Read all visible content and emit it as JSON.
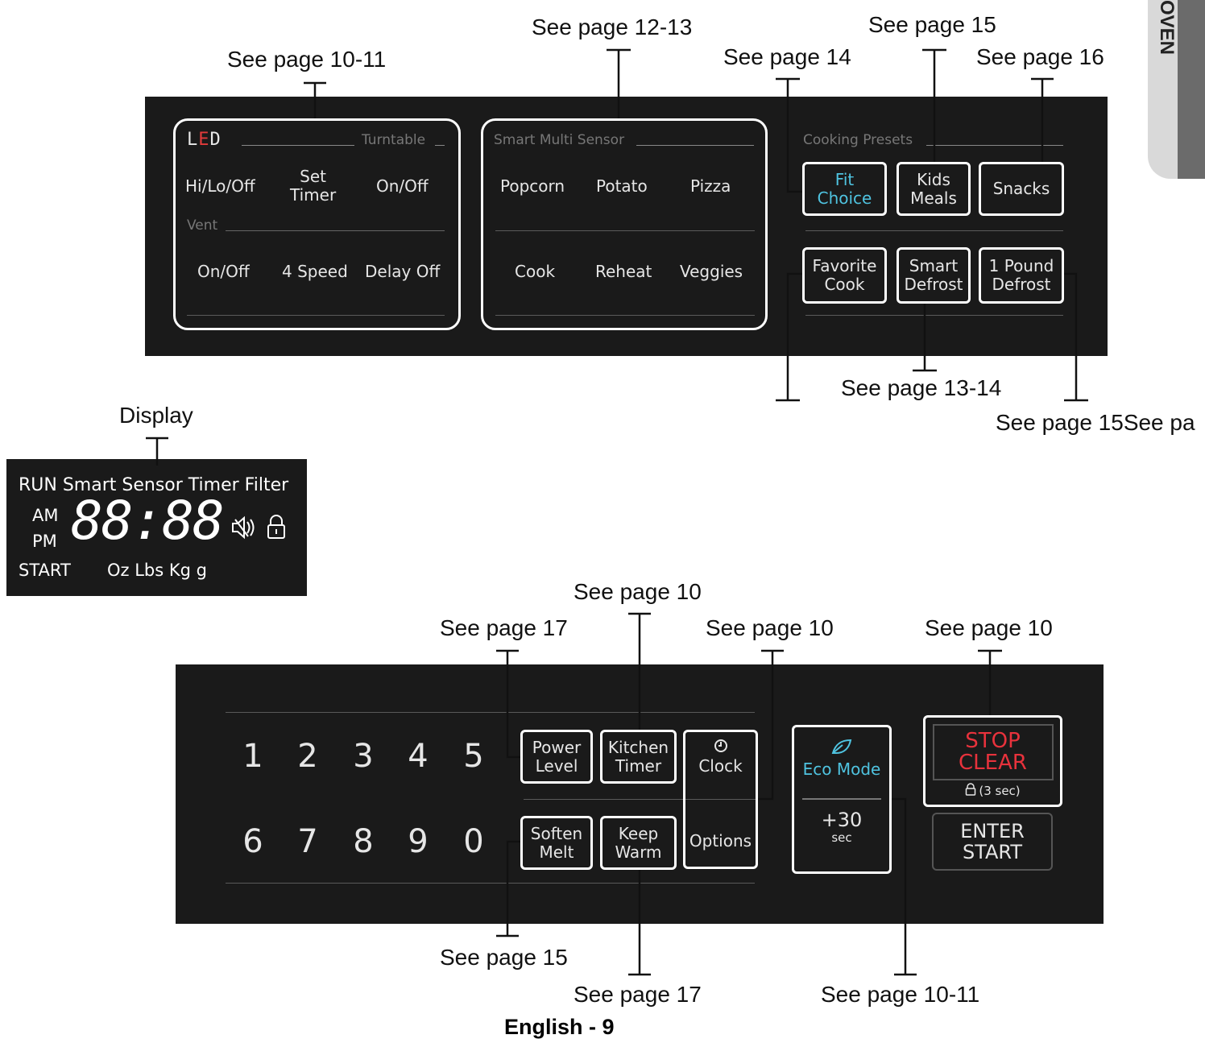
{
  "side_tab": {
    "text": "OVEN"
  },
  "top_panel": {
    "callouts": {
      "led": "See page 10-11",
      "sensor": "See page 12-13",
      "fit": "See page 14",
      "kids": "See page 15",
      "snacks": "See page 16",
      "bottom_mid": "See page 13-14",
      "bottom_right": "See page 15See pa"
    },
    "led_group": {
      "led_label": "LED",
      "turntable_label": "Turntable",
      "vent_label": "Vent",
      "hilo": "Hi/Lo/Off",
      "set_timer": "Set\nTimer",
      "turntable_onoff": "On/Off",
      "vent_onoff": "On/Off",
      "speed": "4 Speed",
      "delay": "Delay Off"
    },
    "sensor_group": {
      "label": "Smart Multi Sensor",
      "popcorn": "Popcorn",
      "potato": "Potato",
      "pizza": "Pizza",
      "cook": "Cook",
      "reheat": "Reheat",
      "veggies": "Veggies"
    },
    "presets": {
      "label": "Cooking Presets",
      "fit_choice": "Fit\nChoice",
      "kids_meals": "Kids\nMeals",
      "snacks": "Snacks",
      "favorite_cook": "Favorite\nCook",
      "smart_defrost": "Smart\nDefrost",
      "pound_defrost": "1 Pound\nDefrost"
    }
  },
  "display": {
    "callout": "Display",
    "top_row": "RUN Smart Sensor Timer Filter",
    "am": "AM",
    "pm": "PM",
    "digits": "88:88",
    "start": "START",
    "units": "Oz Lbs Kg g"
  },
  "bottom_panel": {
    "callouts": {
      "power": "See page 17",
      "kitchen": "See page 10",
      "clock": "See page 10",
      "stop": "See page 10",
      "soften": "See page 15",
      "keep": "See page 17",
      "eco": "See page 10-11"
    },
    "digits_row1": [
      "1",
      "2",
      "3",
      "4",
      "5"
    ],
    "digits_row2": [
      "6",
      "7",
      "8",
      "9",
      "0"
    ],
    "power_level": "Power\nLevel",
    "kitchen_timer": "Kitchen\nTimer",
    "clock": "Clock",
    "options": "Options",
    "soften_melt": "Soften\nMelt",
    "keep_warm": "Keep\nWarm",
    "eco_mode": "Eco Mode",
    "plus30": "+30",
    "sec": "sec",
    "stop": "STOP",
    "clear": "CLEAR",
    "lock_note": "(3 sec)",
    "enter": "ENTER",
    "start": "START"
  },
  "footer": {
    "page": "English - 9"
  },
  "colors": {
    "panel": "#1a1a1a",
    "accent_blue": "#4fc3e0",
    "stop_red": "#e8323c"
  }
}
